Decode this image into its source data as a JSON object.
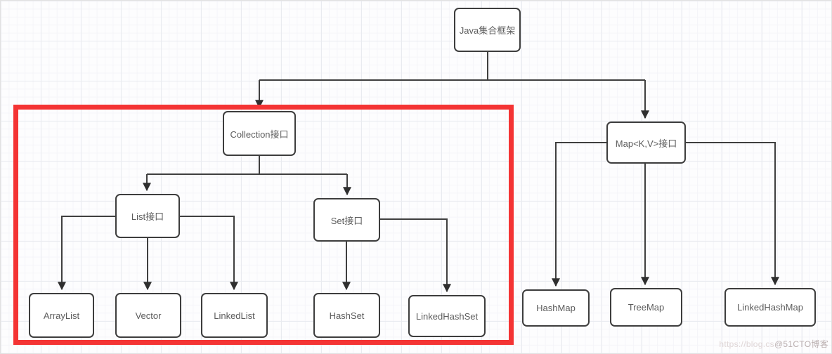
{
  "diagram": {
    "type": "tree",
    "nodes": {
      "root": {
        "label": "Java集合框架"
      },
      "collection": {
        "label": "Collection接口"
      },
      "map": {
        "label": "Map<K,V>接口"
      },
      "list": {
        "label": "List接口"
      },
      "set": {
        "label": "Set接口"
      },
      "arraylist": {
        "label": "ArrayList"
      },
      "vector": {
        "label": "Vector"
      },
      "linkedlist": {
        "label": "LinkedList"
      },
      "hashset": {
        "label": "HashSet"
      },
      "linkedhashset": {
        "label": "LinkedHashSet"
      },
      "hashmap": {
        "label": "HashMap"
      },
      "treemap": {
        "label": "TreeMap"
      },
      "linkedhashmap": {
        "label": "LinkedHashMap"
      }
    },
    "edges": [
      {
        "from": "Java集合框架",
        "to": "Collection接口"
      },
      {
        "from": "Java集合框架",
        "to": "Map<K,V>接口"
      },
      {
        "from": "Collection接口",
        "to": "List接口"
      },
      {
        "from": "Collection接口",
        "to": "Set接口"
      },
      {
        "from": "List接口",
        "to": "ArrayList"
      },
      {
        "from": "List接口",
        "to": "Vector"
      },
      {
        "from": "List接口",
        "to": "LinkedList"
      },
      {
        "from": "Set接口",
        "to": "HashSet"
      },
      {
        "from": "Set接口",
        "to": "LinkedHashSet"
      },
      {
        "from": "Map<K,V>接口",
        "to": "HashMap"
      },
      {
        "from": "Map<K,V>接口",
        "to": "TreeMap"
      },
      {
        "from": "Map<K,V>接口",
        "to": "LinkedHashMap"
      }
    ],
    "highlight": {
      "shape": "rectangle",
      "color": "#f43434",
      "encloses": [
        "Collection接口",
        "List接口",
        "Set接口",
        "ArrayList",
        "Vector",
        "LinkedList",
        "HashSet",
        "LinkedHashSet"
      ]
    }
  },
  "watermark": {
    "url_text": "https://blog.cs",
    "site_text": "@51CTO博客"
  },
  "colors": {
    "highlight_red": "#f43434",
    "connector": "#3f3f3f",
    "node_border": "#3d3d3d",
    "node_text": "#5c5c5c",
    "grid_major": "#e9ebf0",
    "grid_minor": "#f5f5f9"
  }
}
